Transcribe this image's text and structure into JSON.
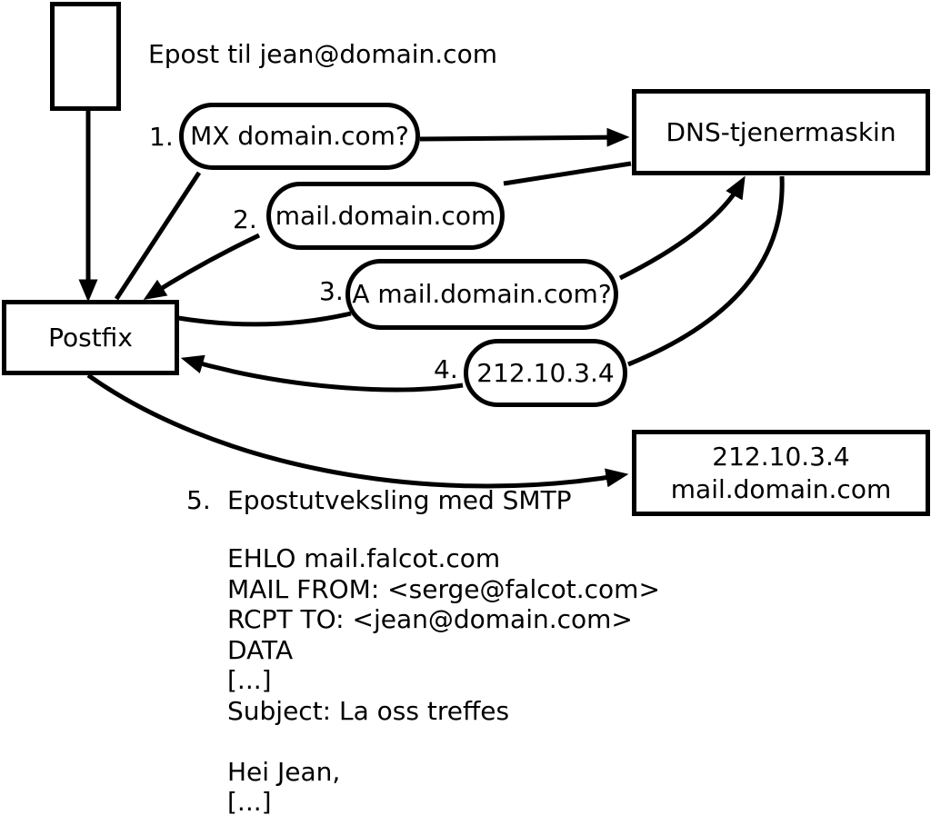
{
  "colors": {
    "ink": "#000000",
    "paper": "#ffffff"
  },
  "header": {
    "title": "Epost til jean@domain.com"
  },
  "nodes": {
    "postfix": {
      "label": "Postfix"
    },
    "dns": {
      "label": "DNS-tjenermaskin"
    },
    "mailserver": {
      "line1": "212.10.3.4",
      "line2": "mail.domain.com"
    }
  },
  "steps": [
    {
      "num": "1.",
      "label": "MX domain.com?"
    },
    {
      "num": "2.",
      "label": "mail.domain.com"
    },
    {
      "num": "3.",
      "label": "A mail.domain.com?"
    },
    {
      "num": "4.",
      "label": "212.10.3.4"
    },
    {
      "num": "5.",
      "label": "Epostutveksling med SMTP"
    }
  ],
  "smtp_session": {
    "lines": [
      "EHLO mail.falcot.com",
      "MAIL FROM: <serge@falcot.com>",
      "RCPT TO: <jean@domain.com>",
      "DATA",
      "[...]",
      "Subject: La oss treffes",
      "",
      "Hei Jean,",
      "[...]",
      "."
    ]
  }
}
